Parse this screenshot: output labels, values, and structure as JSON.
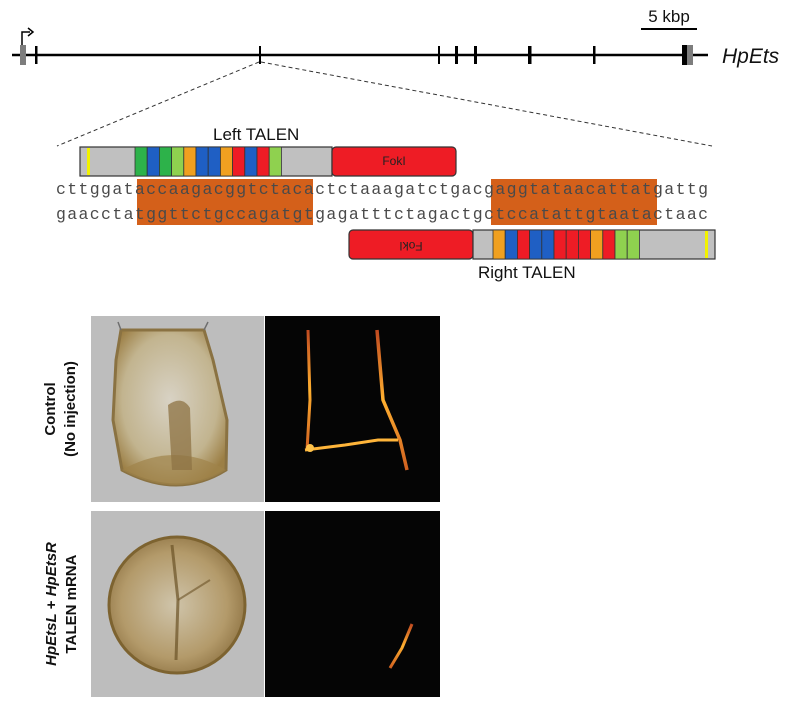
{
  "gene": {
    "name": "HpEts",
    "scale_label": "5 kbp"
  },
  "talen": {
    "left_label": "Left TALEN",
    "right_label": "Right TALEN",
    "nuclease_label": "FokI",
    "rvd_colors_left": [
      "#2db24a",
      "#1f5fc4",
      "#2db24a",
      "#8fd14f",
      "#f0a020",
      "#1f5fc4",
      "#1f5fc4",
      "#f0a020",
      "#ee1c25",
      "#1f5fc4",
      "#ee1c25",
      "#8fd14f"
    ],
    "rvd_colors_right": [
      "#f0a020",
      "#1f5fc4",
      "#ee1c25",
      "#1f5fc4",
      "#1f5fc4",
      "#ee1c25",
      "#ee1c25",
      "#ee1c25",
      "#f0a020",
      "#ee1c25",
      "#8fd14f",
      "#8fd14f"
    ]
  },
  "sequence": {
    "top": {
      "pre": "cttggat",
      "left_site": "accaagacggtctac",
      "spacer": "actctaaagatctga",
      "right_site": "cgaggtataacatt",
      "post": "atgattg"
    },
    "bottom": {
      "pre": "gaaccta",
      "left_site": "tggttctgccagatg",
      "spacer": "tgagatttctagact",
      "right_site": "gctccatattgtaa",
      "post": "tactaac"
    }
  },
  "colors": {
    "binding_site": "#d4601a",
    "fokI": "#ee1c25",
    "talen_body": "#c0c0c0",
    "yellow_marker": "#f2f200"
  },
  "panels": {
    "row1_label_line1": "Control",
    "row1_label_line2": "(No injection)",
    "row2_label_part1": "HpEtsL",
    "row2_label_plus": " + ",
    "row2_label_part2": "HpEtsR",
    "row2_label_line2": "TALEN mRNA"
  }
}
